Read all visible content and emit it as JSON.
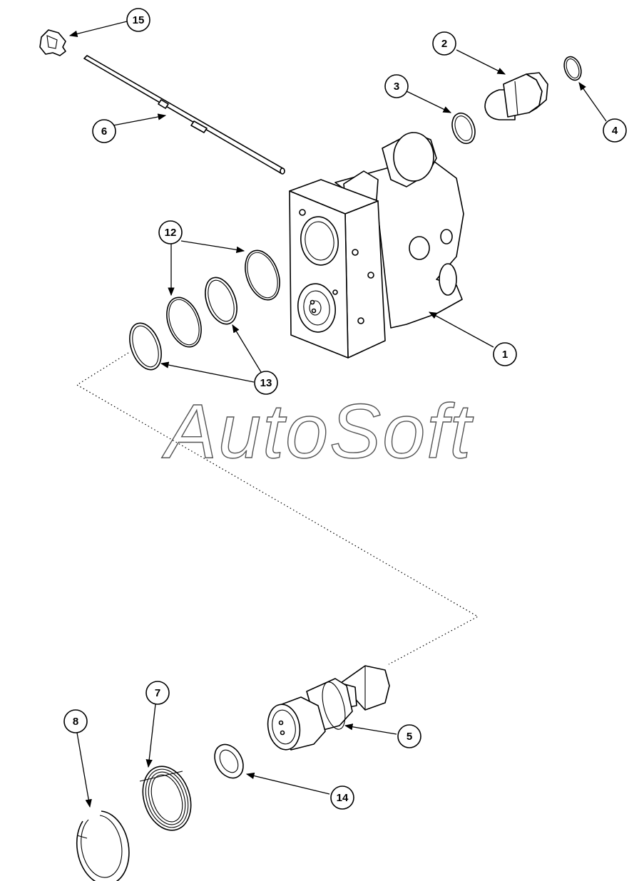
{
  "watermark": "AutoSoft",
  "callouts": [
    {
      "id": "c1",
      "label": "1"
    },
    {
      "id": "c2",
      "label": "2"
    },
    {
      "id": "c3",
      "label": "3"
    },
    {
      "id": "c4",
      "label": "4"
    },
    {
      "id": "c5",
      "label": "5"
    },
    {
      "id": "c6",
      "label": "6"
    },
    {
      "id": "c7",
      "label": "7"
    },
    {
      "id": "c8",
      "label": "8"
    },
    {
      "id": "c12",
      "label": "12"
    },
    {
      "id": "c13",
      "label": "13"
    },
    {
      "id": "c14",
      "label": "14"
    },
    {
      "id": "c15",
      "label": "15"
    }
  ],
  "colors": {
    "line": "#000000",
    "background": "#ffffff",
    "watermark_outline": "#555555"
  }
}
